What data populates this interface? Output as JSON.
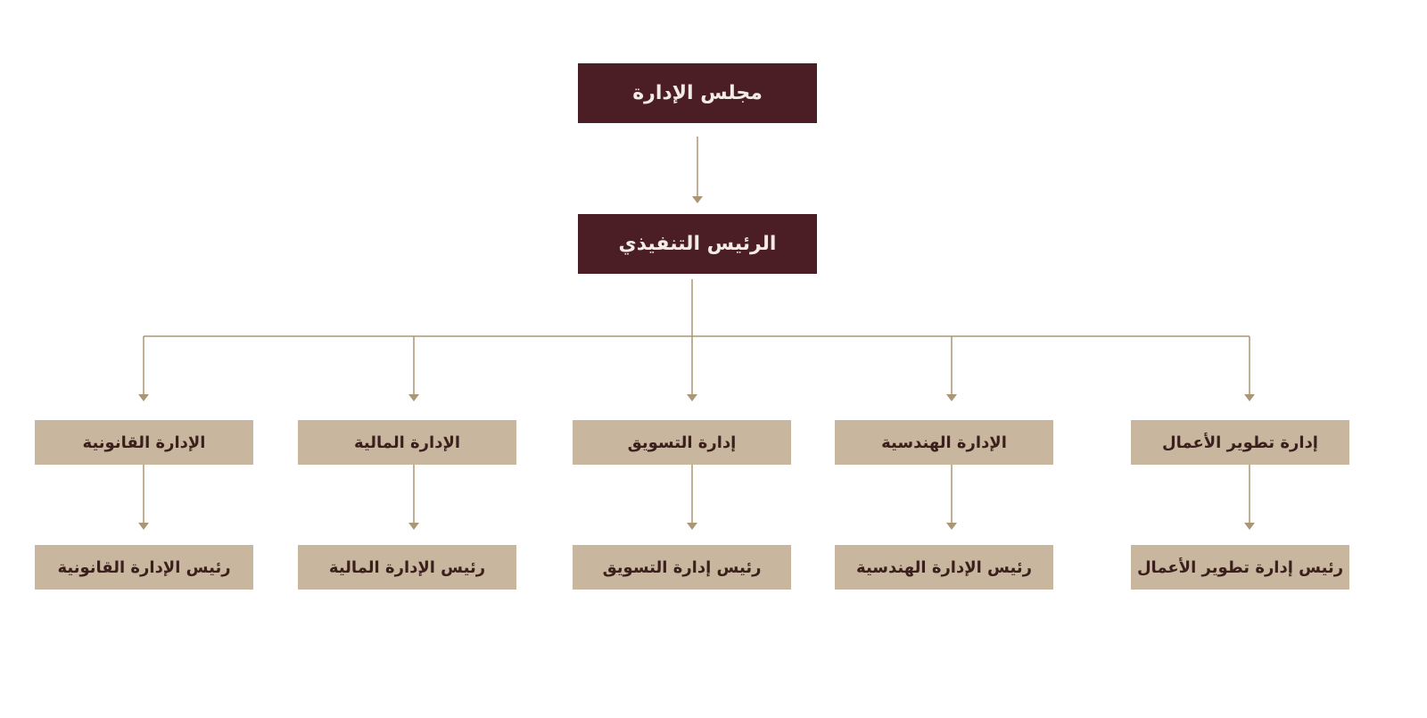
{
  "board": "مجلس الإدارة",
  "ceo": "الرئيس التنفيذي",
  "departments": [
    {
      "name": "إدارة تطوير الأعمال",
      "head": "رئيس إدارة تطوير الأعمال"
    },
    {
      "name": "الإدارة الهندسية",
      "head": "رئيس الإدارة الهندسية"
    },
    {
      "name": "إدارة التسويق",
      "head": "رئيس إدارة التسويق"
    },
    {
      "name": "الإدارة المالية",
      "head": "رئيس الإدارة المالية"
    },
    {
      "name": "الإدارة القانونية",
      "head": "رئيس الإدارة القانونية"
    }
  ],
  "colors": {
    "dark_box": "#4b1d25",
    "light_box": "#c9b69f",
    "connector": "#ab9673"
  }
}
